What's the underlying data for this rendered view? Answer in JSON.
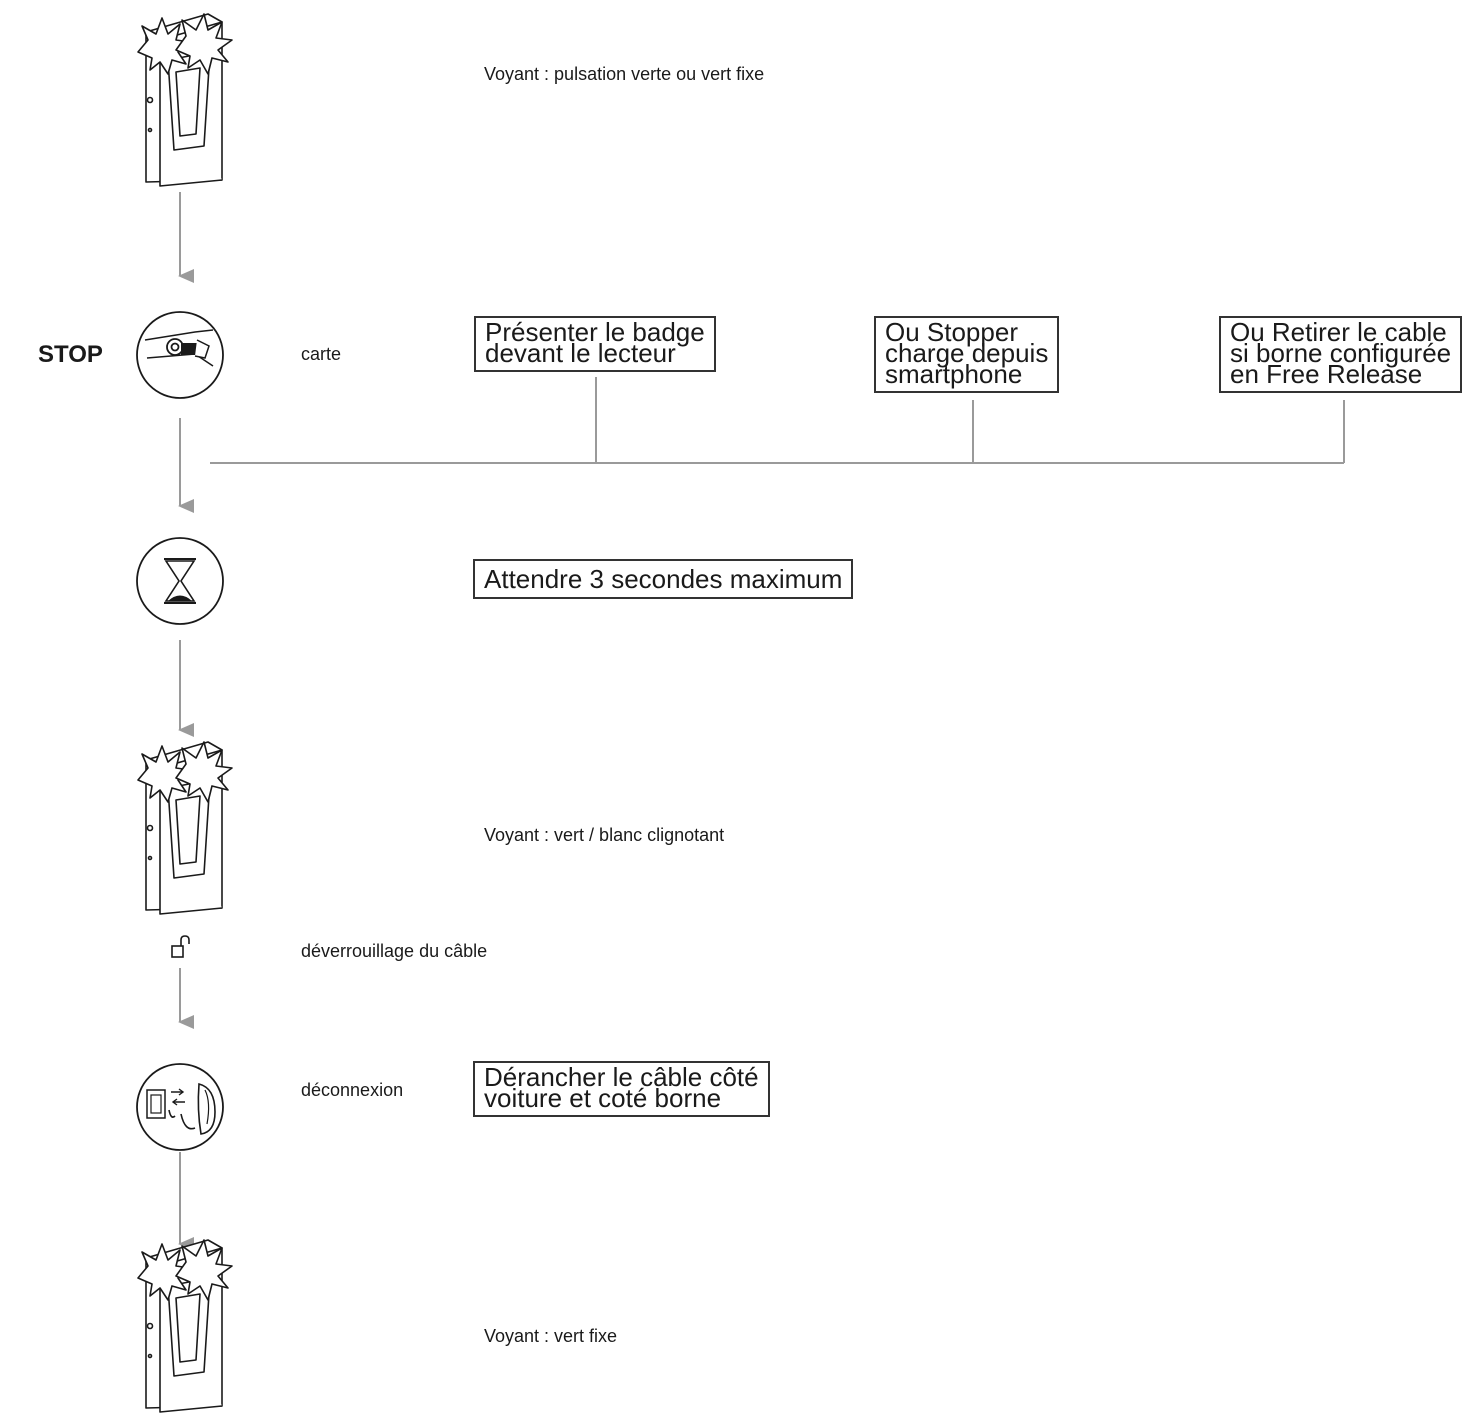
{
  "step1": {
    "label": "Voyant : pulsation verte ou vert fixe",
    "icon": "charging-station-flashing-icon"
  },
  "step2": {
    "stop_label": "STOP",
    "label": "carte",
    "icon": "card-reader-icon"
  },
  "options": [
    {
      "text": "Présenter le badge\ndevant le lecteur"
    },
    {
      "text": "Ou Stopper\ncharge depuis\nsmartphone"
    },
    {
      "text": "Ou Retirer le cable\nsi borne configurée\nen Free Release"
    }
  ],
  "step3": {
    "box": "Attendre 3 secondes maximum",
    "icon": "hourglass-icon"
  },
  "step4": {
    "label": "Voyant : vert / blanc clignotant",
    "icon": "charging-station-flashing-icon"
  },
  "unlock": {
    "label": "déverrouillage du câble",
    "icon": "unlocked-padlock-icon"
  },
  "step5": {
    "label": "déconnexion",
    "box": "Dérancher le câble côté\nvoiture et coté borne",
    "icon": "cable-disconnect-icon"
  },
  "step6": {
    "label": "Voyant : vert fixe",
    "icon": "charging-station-flashing-icon"
  },
  "colors": {
    "lines": "#9a9a9a",
    "ink": "#1a1a1a",
    "box_border": "#333333"
  }
}
